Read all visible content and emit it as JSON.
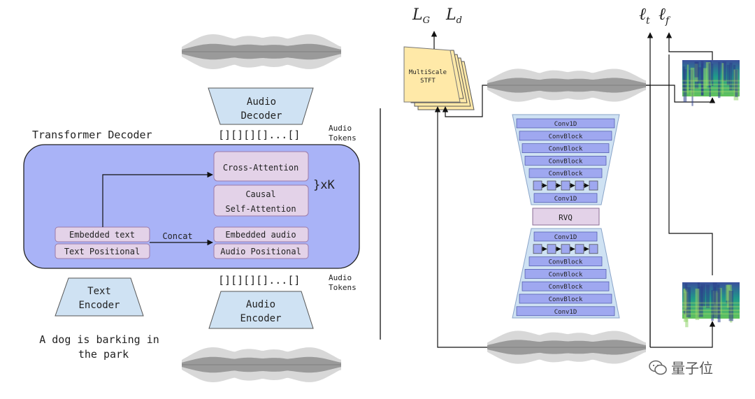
{
  "left": {
    "transformer_title": "Transformer Decoder",
    "cross_attention": "Cross-Attention",
    "causal_line1": "Causal",
    "causal_line2": "Self-Attention",
    "repeat": "}xK",
    "embedded_text": "Embedded text",
    "text_positional": "Text Positional",
    "concat": "Concat",
    "embedded_audio": "Embedded audio",
    "audio_positional": "Audio Positional",
    "audio_decoder_line1": "Audio",
    "audio_decoder_line2": "Decoder",
    "text_encoder_line1": "Text",
    "text_encoder_line2": "Encoder",
    "audio_encoder_line1": "Audio",
    "audio_encoder_line2": "Encoder",
    "tokens_seq": "[][][][]...[]",
    "audio_tokens_line1": "Audio",
    "audio_tokens_line2": "Tokens",
    "prompt_line1": "A dog is barking in",
    "prompt_line2": "the park"
  },
  "right": {
    "loss_g": "L",
    "loss_g_sub": "G",
    "loss_d": "L",
    "loss_d_sub": "d",
    "loss_t": "ℓ",
    "loss_t_sub": "t",
    "loss_f": "ℓ",
    "loss_f_sub": "f",
    "stft_line1": "MultiScale",
    "stft_line2": "STFT",
    "decoder_layers": [
      "Conv1D",
      "ConvBlock",
      "ConvBlock",
      "ConvBlock",
      "ConvBlock",
      "",
      "Conv1D"
    ],
    "rvq": "RVQ",
    "encoder_layers": [
      "Conv1D",
      "",
      "ConvBlock",
      "ConvBlock",
      "ConvBlock",
      "ConvBlock",
      "Conv1D"
    ]
  },
  "watermark": "量子位",
  "colors": {
    "transformer_fill": "#a9b3f7",
    "block_fill": "#e3d2e8",
    "trapezoid_fill": "#cfe2f3",
    "codec_trap_fill": "#cfe2f3",
    "layer_fill": "#9fa8f0",
    "stft_fill": "#ffe9a8",
    "spectrogram": "#2a8c8c"
  }
}
